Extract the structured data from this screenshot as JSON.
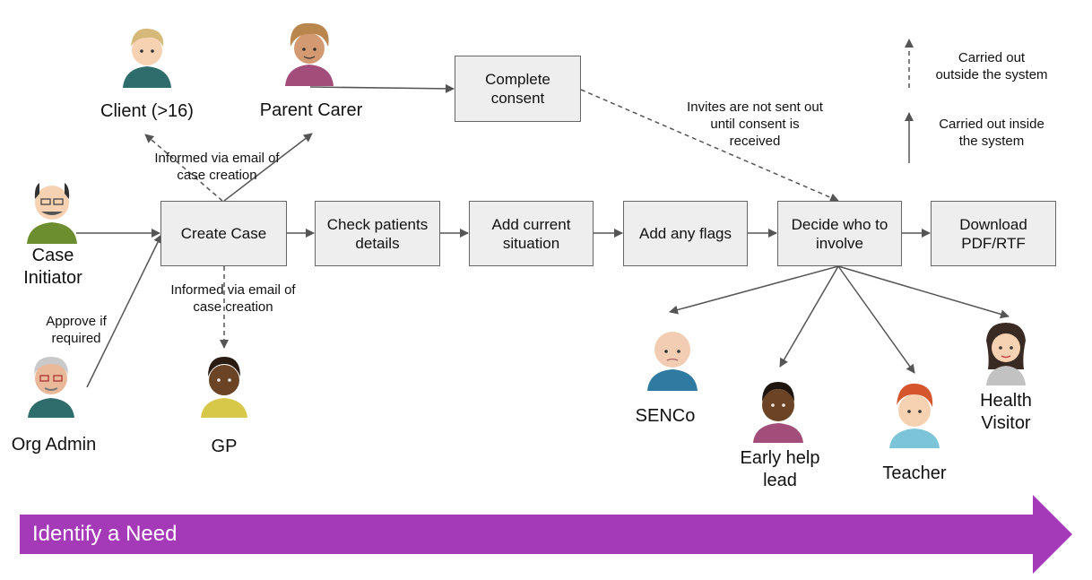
{
  "process_boxes": {
    "create_case": "Create Case",
    "check_details": "Check patients details",
    "add_situation": "Add current situation",
    "add_flags": "Add any flags",
    "decide_involve": "Decide who to involve",
    "download": "Download PDF/RTF",
    "complete_consent": "Complete consent"
  },
  "people": {
    "client": "Client (>16)",
    "parent_carer": "Parent Carer",
    "case_initiator": "Case\nInitiator",
    "org_admin": "Org Admin",
    "gp": "GP",
    "senco": "SENCo",
    "early_help": "Early help\nlead",
    "teacher": "Teacher",
    "health_visitor": "Health\nVisitor"
  },
  "notes": {
    "informed_top": "Informed via email of\ncase creation",
    "informed_bottom": "Informed via email of\ncase creation",
    "approve": "Approve if\nrequired",
    "invites": "Invites are not sent out\nuntil consent is\nreceived"
  },
  "legend": {
    "outside": "Carried out\noutside the system",
    "inside": "Carried out inside\nthe system"
  },
  "banner": {
    "label": "Identify a Need",
    "color": "#a43ab8"
  }
}
